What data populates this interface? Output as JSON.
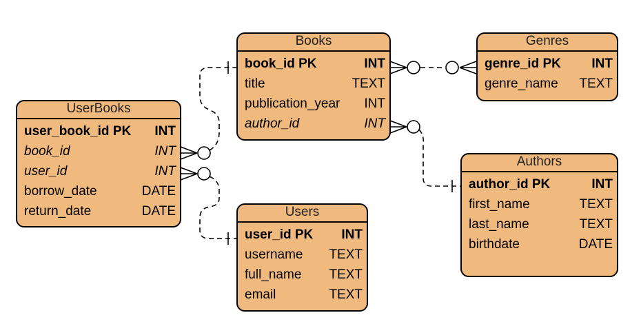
{
  "entities": {
    "books": {
      "title": "Books",
      "columns": [
        {
          "name": "book_id PK",
          "type": "INT"
        },
        {
          "name": "title",
          "type": "TEXT"
        },
        {
          "name": "publication_year",
          "type": "INT"
        },
        {
          "name": "author_id",
          "type": "INT"
        }
      ]
    },
    "genres": {
      "title": "Genres",
      "columns": [
        {
          "name": "genre_id PK",
          "type": "INT"
        },
        {
          "name": "genre_name",
          "type": "TEXT"
        }
      ]
    },
    "userbooks": {
      "title": "UserBooks",
      "columns": [
        {
          "name": "user_book_id PK",
          "type": "INT"
        },
        {
          "name": "book_id",
          "type": "INT"
        },
        {
          "name": "user_id",
          "type": "INT"
        },
        {
          "name": "borrow_date",
          "type": "DATE"
        },
        {
          "name": "return_date",
          "type": "DATE"
        }
      ]
    },
    "users": {
      "title": "Users",
      "columns": [
        {
          "name": "user_id PK",
          "type": "INT"
        },
        {
          "name": "username",
          "type": "TEXT"
        },
        {
          "name": "full_name",
          "type": "TEXT"
        },
        {
          "name": "email",
          "type": "TEXT"
        }
      ]
    },
    "authors": {
      "title": "Authors",
      "columns": [
        {
          "name": "author_id PK",
          "type": "INT"
        },
        {
          "name": "first_name",
          "type": "TEXT"
        },
        {
          "name": "last_name",
          "type": "TEXT"
        },
        {
          "name": "birthdate",
          "type": "DATE"
        }
      ]
    }
  },
  "colors": {
    "entity_fill": "#f0b97e",
    "border": "#000000"
  }
}
